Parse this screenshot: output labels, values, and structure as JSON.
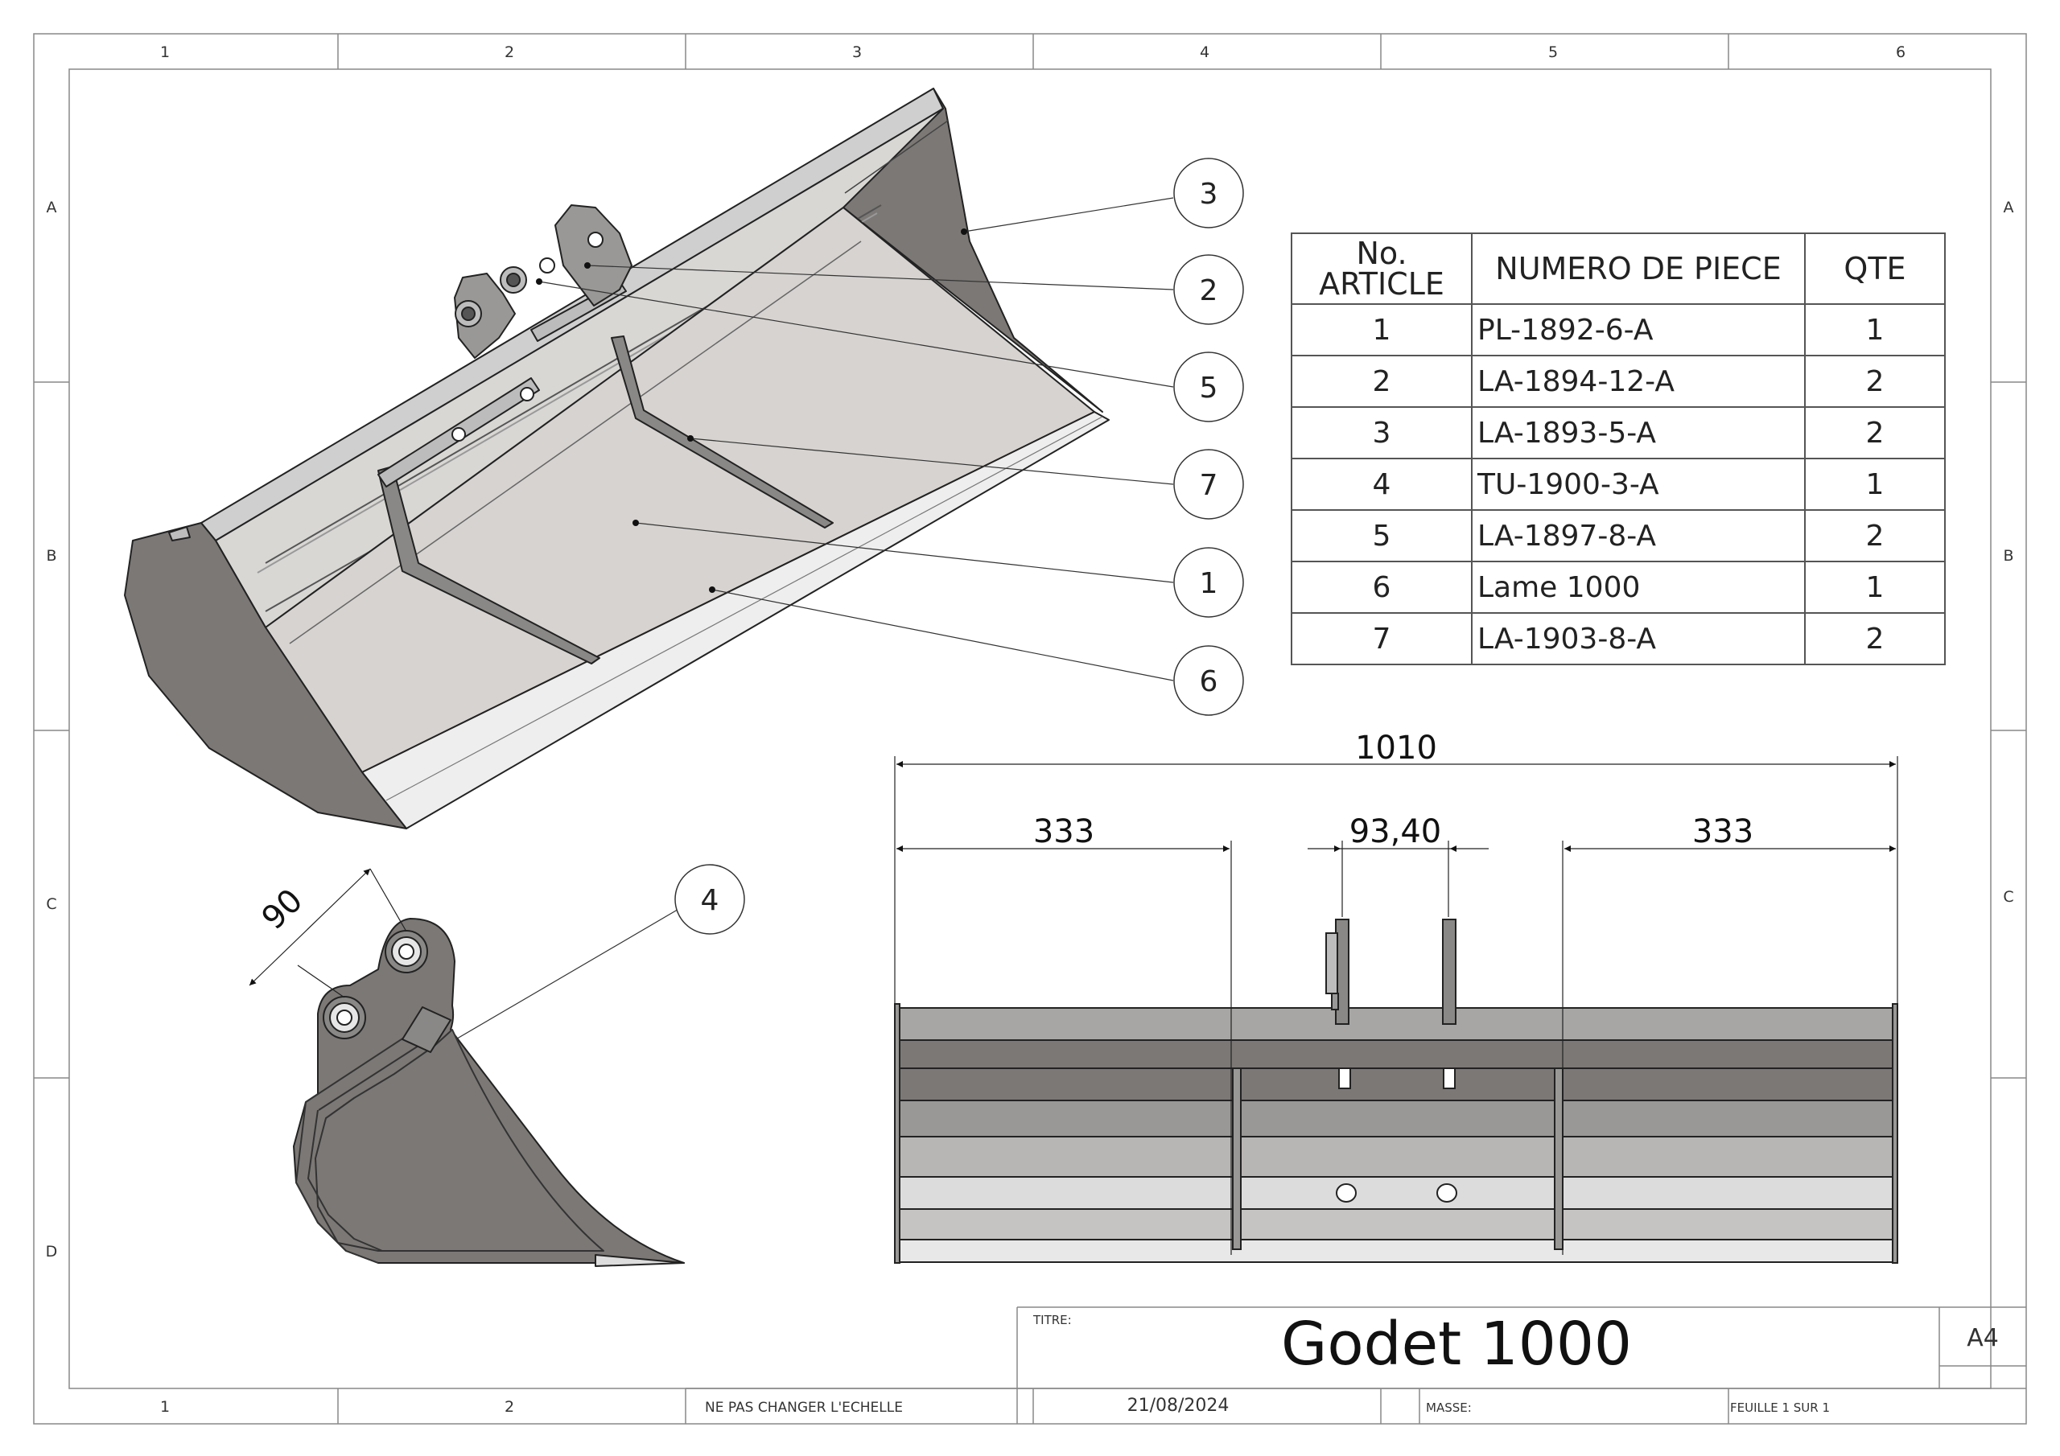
{
  "frame": {
    "columns": [
      "1",
      "2",
      "3",
      "4",
      "5",
      "6"
    ],
    "rows": [
      "A",
      "B",
      "C",
      "D"
    ]
  },
  "balloons": [
    "3",
    "2",
    "5",
    "7",
    "1",
    "6",
    "4"
  ],
  "bom": {
    "headers": [
      "No.\nARTICLE",
      "NUMERO DE PIECE",
      "QTE"
    ],
    "rows": [
      {
        "num": "1",
        "part": "PL-1892-6-A",
        "qty": "1"
      },
      {
        "num": "2",
        "part": "LA-1894-12-A",
        "qty": "2"
      },
      {
        "num": "3",
        "part": "LA-1893-5-A",
        "qty": "2"
      },
      {
        "num": "4",
        "part": "TU-1900-3-A",
        "qty": "1"
      },
      {
        "num": "5",
        "part": "LA-1897-8-A",
        "qty": "2"
      },
      {
        "num": "6",
        "part": "Lame 1000",
        "qty": "1"
      },
      {
        "num": "7",
        "part": "LA-1903-8-A",
        "qty": "2"
      }
    ]
  },
  "dimensions": {
    "overall": "1010",
    "left": "333",
    "center": "93,40",
    "right": "333",
    "side": "90"
  },
  "title_block": {
    "titre_label": "TITRE:",
    "title": "Godet 1000",
    "format": "A4",
    "scale_note": "NE PAS CHANGER L'ECHELLE",
    "date": "21/08/2024",
    "masse_label": "MASSE:",
    "sheet": "FEUILLE 1 SUR 1"
  }
}
